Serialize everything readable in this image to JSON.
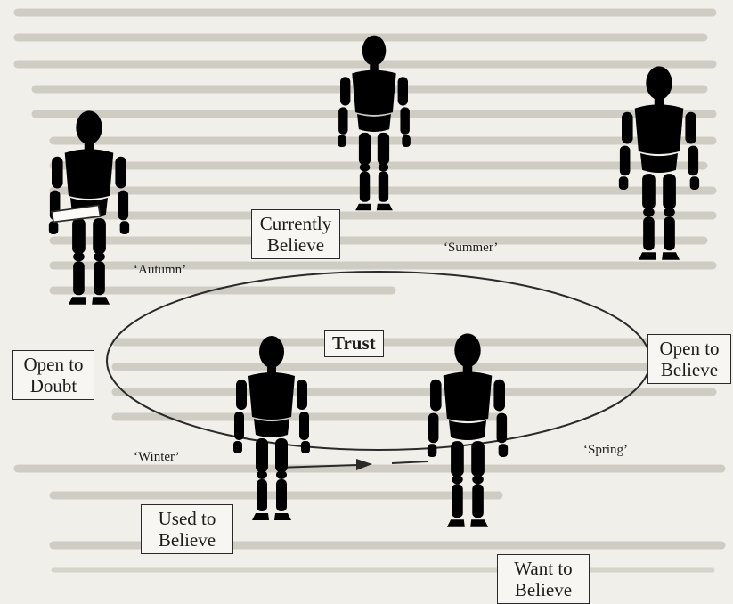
{
  "diagram": {
    "center_label": "Trust",
    "boxes": {
      "currently_believe": "Currently\nBelieve",
      "open_to_believe": "Open to\nBelieve",
      "open_to_doubt": "Open to\nDoubt",
      "used_to_believe": "Used to\nBelieve",
      "want_to_believe": "Want to\nBelieve"
    },
    "seasons": {
      "summer": "‘Summer’",
      "autumn": "‘Autumn’",
      "winter": "‘Winter’",
      "spring": "‘Spring’"
    },
    "figures": [
      "top-center",
      "left",
      "right",
      "center-left",
      "center-right"
    ]
  }
}
